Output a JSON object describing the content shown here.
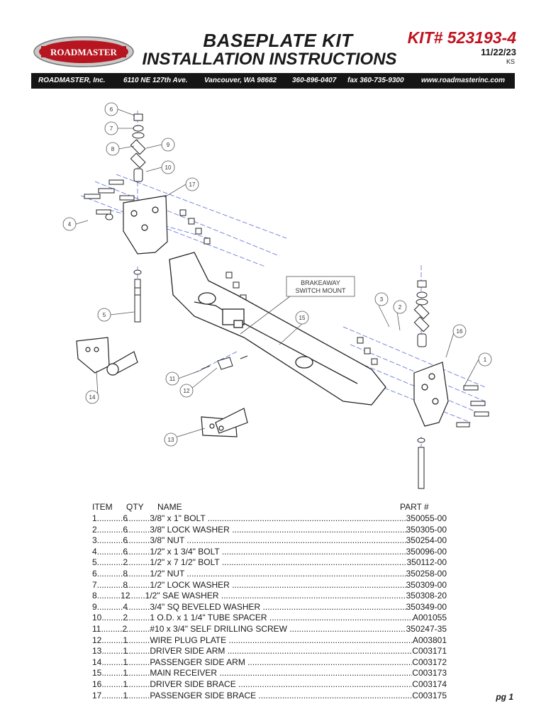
{
  "header": {
    "logo_text": "ROADMASTER",
    "title_line1": "BASEPLATE KIT",
    "title_line2": "INSTALLATION INSTRUCTIONS",
    "kit_number": "KIT# 523193-4",
    "date": "11/22/23",
    "initials": "KS"
  },
  "contact_bar": {
    "company": "ROADMASTER, Inc.",
    "address": "6110 NE 127th Ave.",
    "city": "Vancouver, WA 98682",
    "phone": "360-896-0407",
    "fax": "fax 360-735-9300",
    "website": "www.roadmasterinc.com"
  },
  "diagram": {
    "callouts": [
      "1",
      "2",
      "3",
      "4",
      "5",
      "6",
      "7",
      "8",
      "9",
      "10",
      "11",
      "12",
      "13",
      "14",
      "15",
      "16",
      "17"
    ],
    "breakaway_line1": "BRAKEAWAY",
    "breakaway_line2": "SWITCH MOUNT"
  },
  "parts_table": {
    "headers": {
      "item": "ITEM",
      "qty": "QTY",
      "name": "NAME",
      "part": "PART #"
    },
    "rows": [
      {
        "col1": "1...........6",
        "col2": " ..........3/8\" x 1\" BOLT ",
        "col3": "350055-00"
      },
      {
        "col1": "2...........6",
        "col2": " ..........3/8\" LOCK WASHER ",
        "col3": "350305-00"
      },
      {
        "col1": "3...........6",
        "col2": " ..........3/8\" NUT ",
        "col3": "350254-00"
      },
      {
        "col1": "4...........6",
        "col2": " ..........1/2\" x 1 3/4\" BOLT ",
        "col3": "350096-00"
      },
      {
        "col1": "5...........2",
        "col2": " ..........1/2\" x 7 1/2\" BOLT ",
        "col3": "350112-00"
      },
      {
        "col1": "6...........8",
        "col2": " ..........1/2\" NUT ",
        "col3": "350258-00"
      },
      {
        "col1": "7...........8",
        "col2": " ..........1/2\" LOCK WASHER ",
        "col3": "350309-00"
      },
      {
        "col1": "8..........12",
        "col2": " ........1/2\" SAE WASHER ",
        "col3": "350308-20"
      },
      {
        "col1": "9...........4",
        "col2": " ..........3/4\" SQ BEVELED WASHER ",
        "col3": "350349-00"
      },
      {
        "col1": "10.........2",
        "col2": " ..........1 O.D. x 1 1/4\" TUBE SPACER ",
        "col3": "A001055"
      },
      {
        "col1": "11.........2",
        "col2": " ..........#10 x 3/4\" SELF DRILLING SCREW ",
        "col3": "350247-35"
      },
      {
        "col1": "12.........1",
        "col2": " ..........WIRE PLUG PLATE ",
        "col3": "A003801"
      },
      {
        "col1": "13.........1",
        "col2": " ..........DRIVER SIDE ARM ",
        "col3": "C003171"
      },
      {
        "col1": "14.........1",
        "col2": " ..........PASSENGER SIDE ARM ",
        "col3": "C003172"
      },
      {
        "col1": "15.........1",
        "col2": " ..........MAIN RECEIVER ",
        "col3": "C003173"
      },
      {
        "col1": "16.........1",
        "col2": " ..........DRIVER SIDE BRACE ",
        "col3": "C003174"
      },
      {
        "col1": "17.........1",
        "col2": " ..........PASSENGER SIDE BRACE ",
        "col3": "C003175"
      }
    ]
  },
  "footer": {
    "page": "pg 1"
  }
}
